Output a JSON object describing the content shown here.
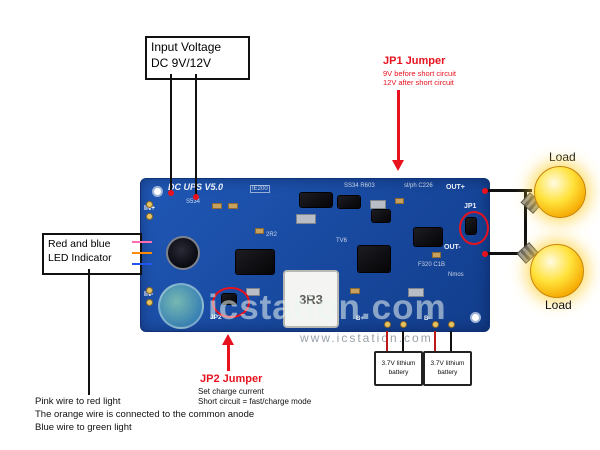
{
  "annotations": {
    "input_voltage": {
      "line1": "Input Voltage",
      "line2": "DC 9V/12V"
    },
    "jp1": {
      "title": "JP1 Jumper",
      "line1": "9V before short circuit",
      "line2": "12V after short circuit"
    },
    "led_indicator": {
      "line1": "Red and blue",
      "line2": "LED Indicator"
    },
    "jp2": {
      "title": "JP2 Jumper",
      "line1": "Set charge current",
      "line2": "Short circuit = fast/charge mode"
    },
    "wire_note": {
      "line1": "Pink wire to red light",
      "line2": "The orange wire is connected to the common anode",
      "line3": "Blue wire to green light"
    },
    "load_top": "Load",
    "load_bottom": "Load"
  },
  "pcb": {
    "title": "DC UPS V5.0",
    "labels": {
      "in_plus": "IN+",
      "in_minus": "IN-",
      "out_plus": "OUT+",
      "out_minus": "OUT-",
      "jp1": "JP1",
      "jp2": "JP2",
      "inductor": "3R3",
      "b_plus": "B+",
      "b_minus": "B-"
    },
    "small_labels": [
      "S534",
      "IE200",
      "SS34 R603",
      "sl/ph C226",
      "TV6",
      "2R2",
      "F320 C1B",
      "Nmos"
    ]
  },
  "batteries": {
    "battery1": "3.7V lithium battery",
    "battery2": "3.7V lithium battery"
  },
  "watermark": {
    "big": "icstation.com",
    "small": "www.icstation.com"
  },
  "colors": {
    "pcb_blue": "#1b52ae",
    "annotation_red": "#e8121f",
    "bulb_yellow": "#ffd633"
  }
}
